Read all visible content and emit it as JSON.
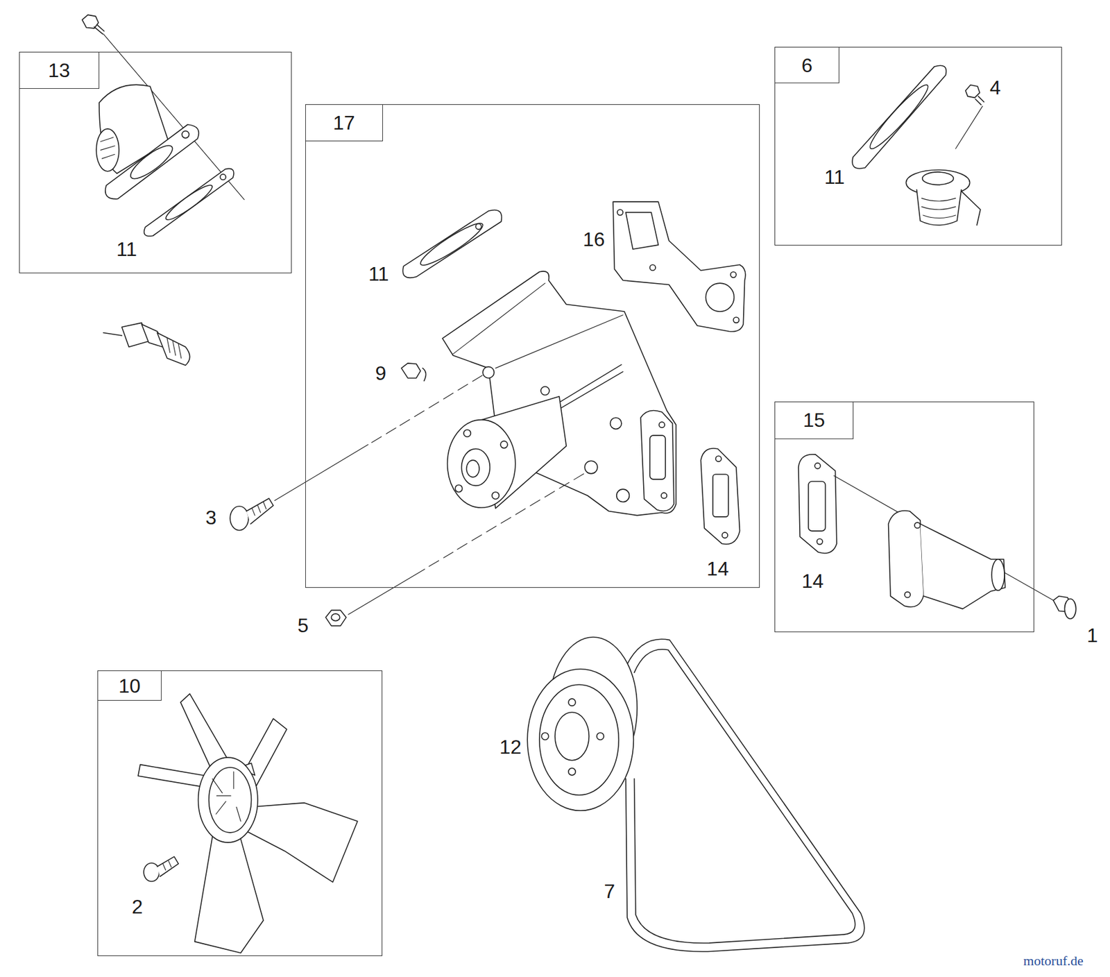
{
  "diagram": {
    "nodes": [
      {
        "text": [
          "13",
          "11"
        ]
      },
      {
        "text": [
          "17",
          "11",
          "16",
          "9",
          "14"
        ]
      },
      {
        "text": [
          "6",
          "4",
          "11"
        ]
      },
      {
        "text": [
          "15",
          "14"
        ]
      },
      {
        "text": [
          "10",
          "2"
        ]
      }
    ],
    "labels": [
      "3",
      "5",
      "1",
      "12",
      "7",
      "motoruf.de"
    ]
  }
}
